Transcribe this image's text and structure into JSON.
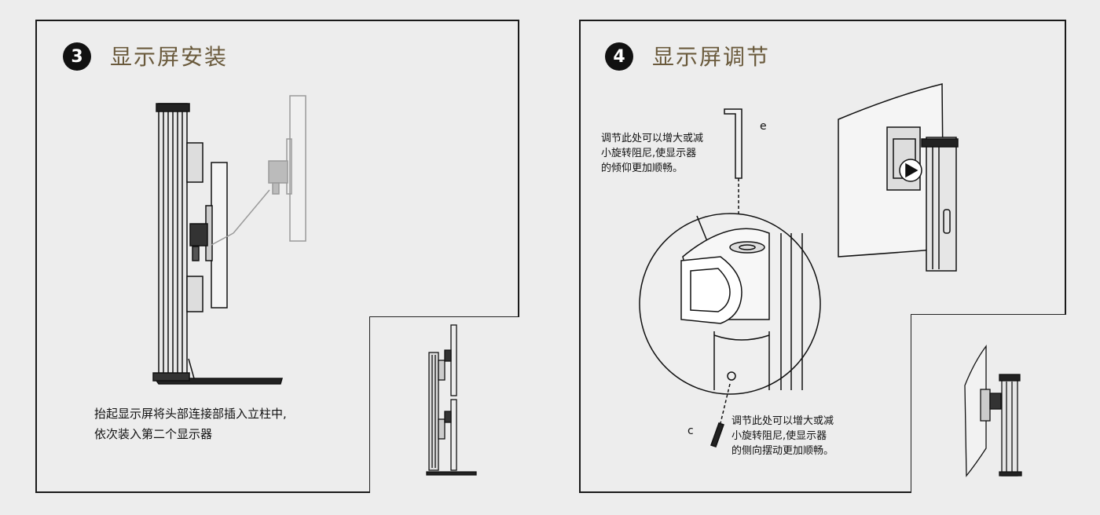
{
  "step3": {
    "number": "3",
    "title": "显示屏安装",
    "caption_line1": "抬起显示屏将头部连接部插入立柱中,",
    "caption_line2": "依次装入第二个显示器"
  },
  "step4": {
    "number": "4",
    "title": "显示屏调节",
    "note_e_line1": "调节此处可以增大或减",
    "note_e_line2": "小旋转阻尼,使显示器",
    "note_e_line3": "的倾仰更加顺畅。",
    "note_c_line1": "调节此处可以增大或减",
    "note_c_line2": "小旋转阻尼,使显示器",
    "note_c_line3": "的侧向摆动更加顺畅。",
    "label_e": "e",
    "label_c": "c"
  },
  "colors": {
    "background": "#ededed",
    "border": "#1a1a1a",
    "title": "#6a5a3c",
    "badge": "#111111"
  }
}
